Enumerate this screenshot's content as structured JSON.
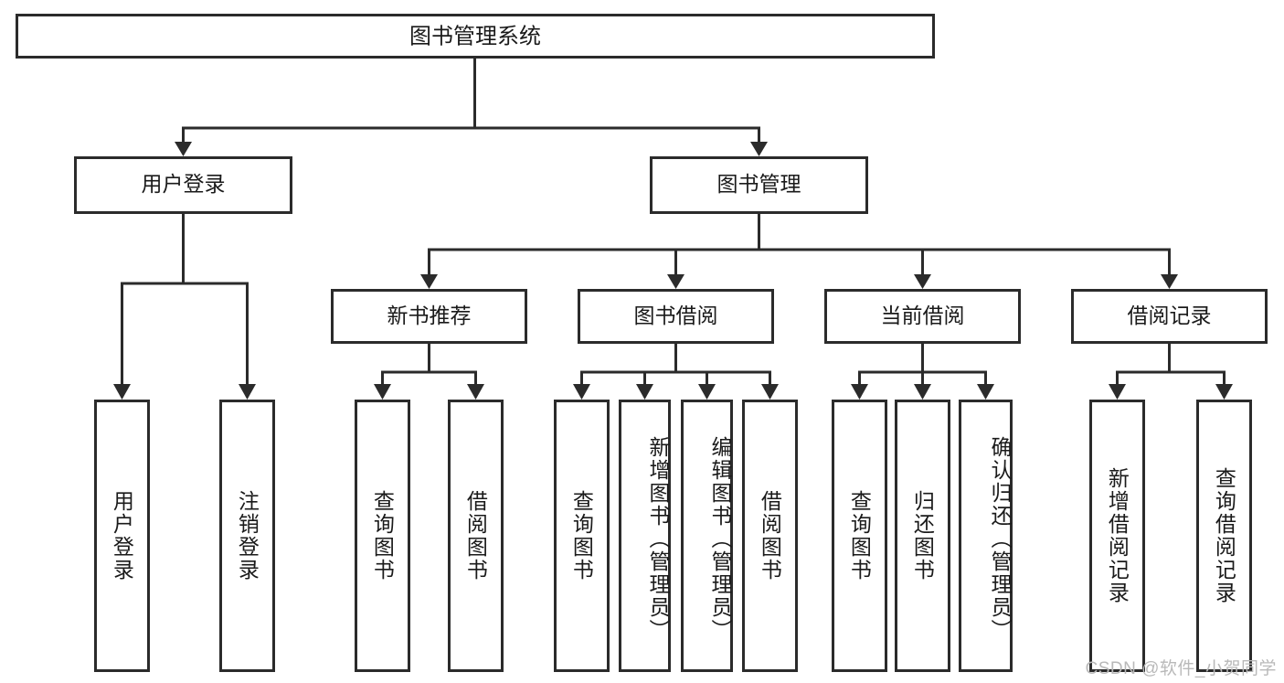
{
  "diagram": {
    "type": "tree-hierarchy",
    "title": "图书管理系统",
    "root": {
      "id": "root",
      "label": "图书管理系统",
      "orientation": "horizontal"
    },
    "level2": [
      {
        "id": "user-login",
        "label": "用户登录",
        "orientation": "horizontal"
      },
      {
        "id": "book-management",
        "label": "图书管理",
        "orientation": "horizontal"
      }
    ],
    "level3": [
      {
        "id": "new-book-recommend",
        "label": "新书推荐",
        "orientation": "horizontal",
        "parent": "book-management"
      },
      {
        "id": "book-borrow",
        "label": "图书借阅",
        "orientation": "horizontal",
        "parent": "book-management"
      },
      {
        "id": "current-borrow",
        "label": "当前借阅",
        "orientation": "horizontal",
        "parent": "book-management"
      },
      {
        "id": "borrow-record",
        "label": "借阅记录",
        "orientation": "horizontal",
        "parent": "book-management"
      }
    ],
    "leaves": [
      {
        "id": "leaf-user-login",
        "label": "用户登录",
        "parent": "user-login",
        "orientation": "vertical"
      },
      {
        "id": "leaf-logout",
        "label": "注销登录",
        "parent": "user-login",
        "orientation": "vertical"
      },
      {
        "id": "leaf-query-book-1",
        "label": "查询图书",
        "parent": "new-book-recommend",
        "orientation": "vertical"
      },
      {
        "id": "leaf-borrow-book-1",
        "label": "借阅图书",
        "parent": "new-book-recommend",
        "orientation": "vertical"
      },
      {
        "id": "leaf-query-book-2",
        "label": "查询图书",
        "parent": "book-borrow",
        "orientation": "vertical"
      },
      {
        "id": "leaf-add-book",
        "label": "新增图书（管理员）",
        "parent": "book-borrow",
        "orientation": "vertical"
      },
      {
        "id": "leaf-edit-book",
        "label": "编辑图书（管理员）",
        "parent": "book-borrow",
        "orientation": "vertical"
      },
      {
        "id": "leaf-borrow-book-2",
        "label": "借阅图书",
        "parent": "book-borrow",
        "orientation": "vertical"
      },
      {
        "id": "leaf-query-book-3",
        "label": "查询图书",
        "parent": "current-borrow",
        "orientation": "vertical"
      },
      {
        "id": "leaf-return-book",
        "label": "归还图书",
        "parent": "current-borrow",
        "orientation": "vertical"
      },
      {
        "id": "leaf-confirm-return",
        "label": "确认归还（管理员）",
        "parent": "current-borrow",
        "orientation": "vertical"
      },
      {
        "id": "leaf-add-record",
        "label": "新增借阅记录",
        "parent": "borrow-record",
        "orientation": "vertical"
      },
      {
        "id": "leaf-query-record",
        "label": "查询借阅记录",
        "parent": "borrow-record",
        "orientation": "vertical"
      }
    ]
  },
  "watermark": {
    "text": "CSDN @软件_小贺同学"
  },
  "colors": {
    "stroke": "#2b2b2b",
    "box_fill": "#ffffff",
    "text": "#1a1a1a",
    "watermark": "#b9b9b9",
    "background": "#ffffff"
  }
}
